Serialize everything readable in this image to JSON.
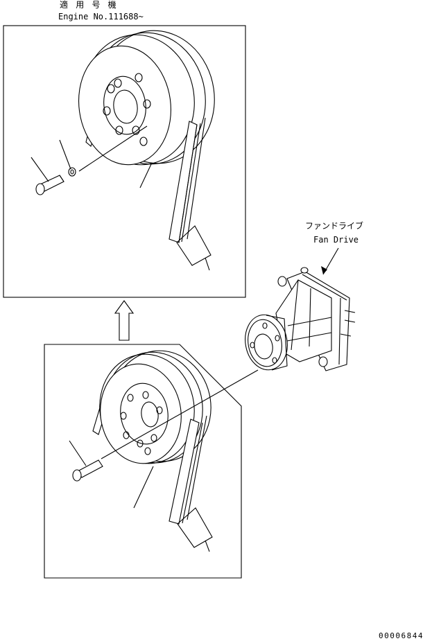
{
  "header": {
    "applicable_jp": "適 用 号 機",
    "applicable_en": "Engine No.111688~"
  },
  "fan_drive": {
    "label_jp": "ファンドライブ",
    "label_en": "Fan Drive"
  },
  "drawing_number": "00006844"
}
